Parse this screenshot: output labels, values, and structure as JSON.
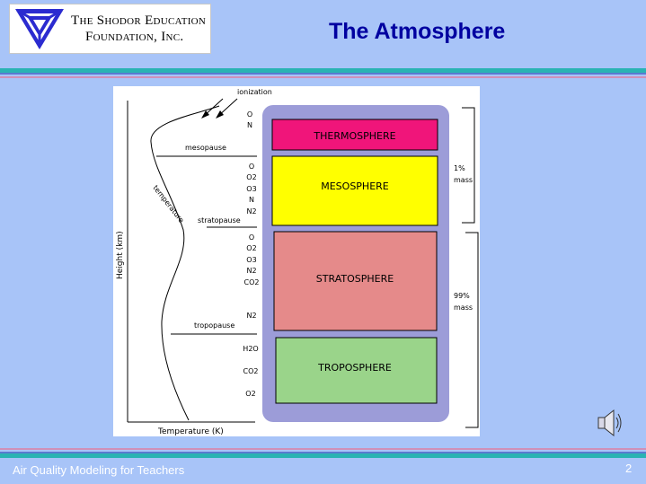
{
  "logo": {
    "line1": "The Shodor Education",
    "line2": "Foundation, Inc."
  },
  "slide": {
    "title": "The Atmosphere",
    "footer": "Air Quality Modeling for Teachers",
    "page_number": "2"
  },
  "diagram": {
    "y_axis_label": "Height (km)",
    "x_axis_label": "Temperature (K)",
    "curve_label": "temperature",
    "boundaries": {
      "top": "ionization",
      "mesopause": "mesopause",
      "stratopause": "stratopause",
      "tropopause": "tropopause"
    },
    "layers": [
      {
        "name": "THERMOSPHERE",
        "color": "#f0157a"
      },
      {
        "name": "MESOSPHERE",
        "color": "#ffff00"
      },
      {
        "name": "STRATOSPHERE",
        "color": "#e58a8a"
      },
      {
        "name": "TROPOSPHERE",
        "color": "#9ad48a"
      }
    ],
    "frame_color": "#9c9cd8",
    "gases": {
      "thermosphere": [
        "O",
        "N"
      ],
      "mesosphere": [
        "O",
        "O2",
        "O3",
        "N",
        "N2"
      ],
      "stratosphere": [
        "O",
        "O2",
        "O3",
        "N2",
        "CO2"
      ],
      "stratosphere_low": [
        "N2"
      ],
      "troposphere": [
        "H2O",
        "CO2",
        "O2"
      ]
    },
    "mass": {
      "upper": {
        "value": "1%",
        "label": "mass"
      },
      "lower": {
        "value": "99%",
        "label": "mass"
      }
    }
  },
  "icons": {
    "speaker": "speaker-icon",
    "logo": "shodor-logo-icon"
  }
}
